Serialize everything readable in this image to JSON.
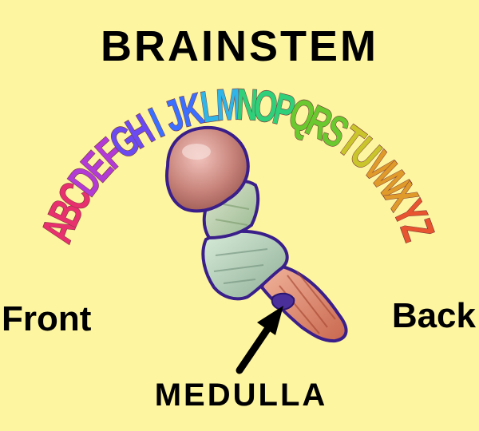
{
  "title": "BRAINSTEM",
  "alphabet": "ABCDEFGHIJKLMNOPQRSTUVWXYZ",
  "left_label": "Front",
  "right_label": "Back",
  "pointer_label": "MEDULLA",
  "colors": {
    "background": "#fdf5a0",
    "outline": "#3a1f8a",
    "midbrain": "#c27b72",
    "pons": "#a9c39a",
    "lower_pons": "#b9d2c0",
    "medulla": "#d98a6e",
    "arrow": "#000000"
  },
  "rainbow": [
    "#e8306f",
    "#b23bd6",
    "#6b4bf0",
    "#3b6fff",
    "#2fb5e8",
    "#2ed07a",
    "#6ac92f",
    "#c9c52a",
    "#e09a2a",
    "#e8542f"
  ]
}
